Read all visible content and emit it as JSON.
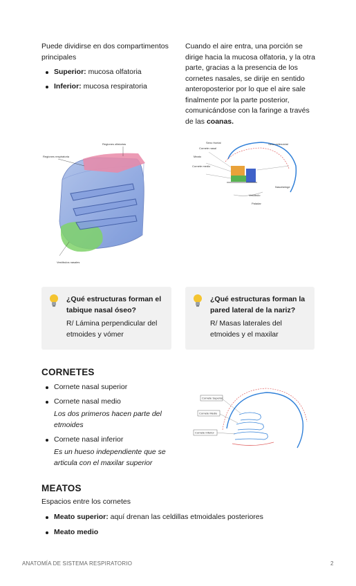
{
  "left_col": {
    "intro": "Puede dividirse en dos compartimentos principales",
    "items": [
      {
        "label": "Superior:",
        "text": " mucosa olfatoria"
      },
      {
        "label": "Inferior:",
        "text": " mucosa respiratoria"
      }
    ]
  },
  "right_col": {
    "paragraph": "Cuando el aire entra, una porción se dirige hacia la mucosa olfatoria, y la otra parte, gracias a la presencia de los cornetes nasales, se dirije en sentido anteroposterior por lo que el aire sale finalmente por la parte posterior, comunicándose con la faringe a través de las ",
    "bold_end": "coanas."
  },
  "figure1": {
    "label_top": "Regiones olfatorias",
    "label_left": "Regiones respiratoria",
    "label_bottom": "Vestíbulos nasales"
  },
  "figure2": {
    "labels": [
      "Seno frontal",
      "Cornete nasal",
      "Meato",
      "Cornete medio",
      "Seno esfenoidal",
      "Nasofaringe",
      "Vestíbulo",
      "Paladar"
    ]
  },
  "callouts": [
    {
      "icon": "lightbulb-icon",
      "question": "¿Qué estructuras forman el tabique nasal óseo?",
      "answer": "R/ Lámina perpendicular del etmoides y vómer"
    },
    {
      "icon": "lightbulb-icon",
      "question": "¿Qué estructuras forman la pared lateral de la nariz?",
      "answer": "R/ Masas laterales del etmoides y el maxilar"
    }
  ],
  "cornetes": {
    "heading": "CORNETES",
    "item1": "Cornete nasal superior",
    "item2": "Cornete nasal medio",
    "note1": "Los dos primeros hacen parte del etmoides",
    "item3": "Cornete nasal inferior",
    "note2": "Es un hueso independiente que se articula con el maxilar superior"
  },
  "figure3": {
    "labels": [
      "Cornete Superior",
      "Cornete Medio",
      "Cornete Inferior"
    ]
  },
  "meatos": {
    "heading": "MEATOS",
    "intro": "Espacios entre los cornetes",
    "items": [
      {
        "label": "Meato superior:",
        "text": " aquí drenan las celdillas etmoidales posteriores"
      },
      {
        "label": "Meato medio",
        "text": ""
      }
    ]
  },
  "footer": {
    "title": "ANATOMÍA DE SISTEMA RESPIRATORIO",
    "page": "2"
  }
}
